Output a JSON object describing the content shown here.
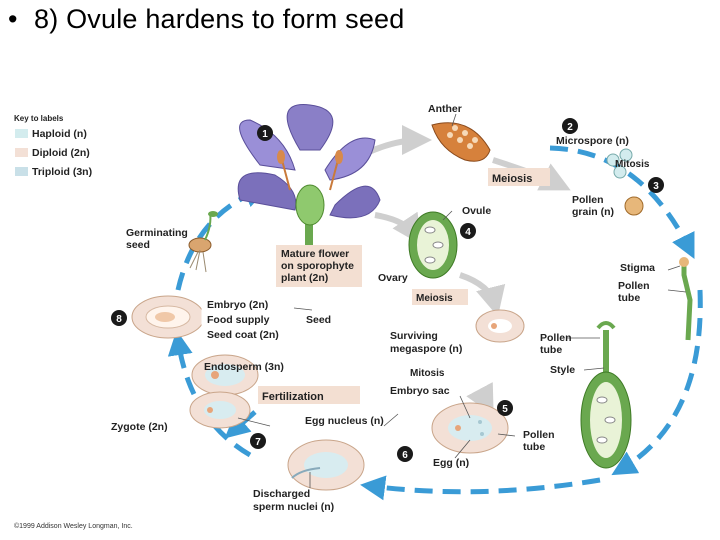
{
  "title": "8) Ovule hardens to form seed",
  "bullet": "•",
  "key": {
    "heading": "Key to labels",
    "items": [
      {
        "label": "Haploid (n)",
        "color": "#d3ecee"
      },
      {
        "label": "Diploid (2n)",
        "color": "#f3e0d6"
      },
      {
        "label": "Triploid (3n)",
        "color": "#c9e0e8"
      }
    ]
  },
  "steps": [
    "1",
    "2",
    "3",
    "4",
    "5",
    "6",
    "7",
    "8"
  ],
  "labels": {
    "anther": "Anther",
    "microspore": "Microspore (n)",
    "mitosis_top": "Mitosis",
    "meiosis_top": "Meiosis",
    "pollen_grain_1": "Pollen",
    "pollen_grain_2": "grain (n)",
    "ovule": "Ovule",
    "germinating_1": "Germinating",
    "germinating_2": "seed",
    "mature_1": "Mature flower",
    "mature_2": "on sporophyte",
    "mature_3": "plant (2n)",
    "ovary": "Ovary",
    "stigma": "Stigma",
    "pollen_tube_right_1": "Pollen",
    "pollen_tube_right_2": "tube",
    "embryo": "Embryo (2n)",
    "food_supply": "Food supply",
    "seed_coat": "Seed coat (2n)",
    "seed": "Seed",
    "meiosis_mid": "Meiosis",
    "surviving_1": "Surviving",
    "surviving_2": "megaspore (n)",
    "pollen_tube_mid_1": "Pollen",
    "pollen_tube_mid_2": "tube",
    "style": "Style",
    "endosperm": "Endosperm (3n)",
    "mitosis_mid": "Mitosis",
    "fertilization": "Fertilization",
    "embryo_sac": "Embryo sac",
    "zygote": "Zygote (2n)",
    "egg_nucleus": "Egg nucleus (n)",
    "pollen_tube_low_1": "Pollen",
    "pollen_tube_low_2": "tube",
    "discharged_1": "Discharged",
    "discharged_2": "sperm nuclei (n)",
    "egg": "Egg (n)"
  },
  "copyright": "©1999 Addison Wesley Longman, Inc.",
  "colors": {
    "cycle_arrow": "#3a9bd6",
    "step_circle": "#1a1a1a",
    "label_box": "#f3dfd2",
    "flower_petal": "#8a7fc7",
    "leaf": "#6aa84f"
  }
}
